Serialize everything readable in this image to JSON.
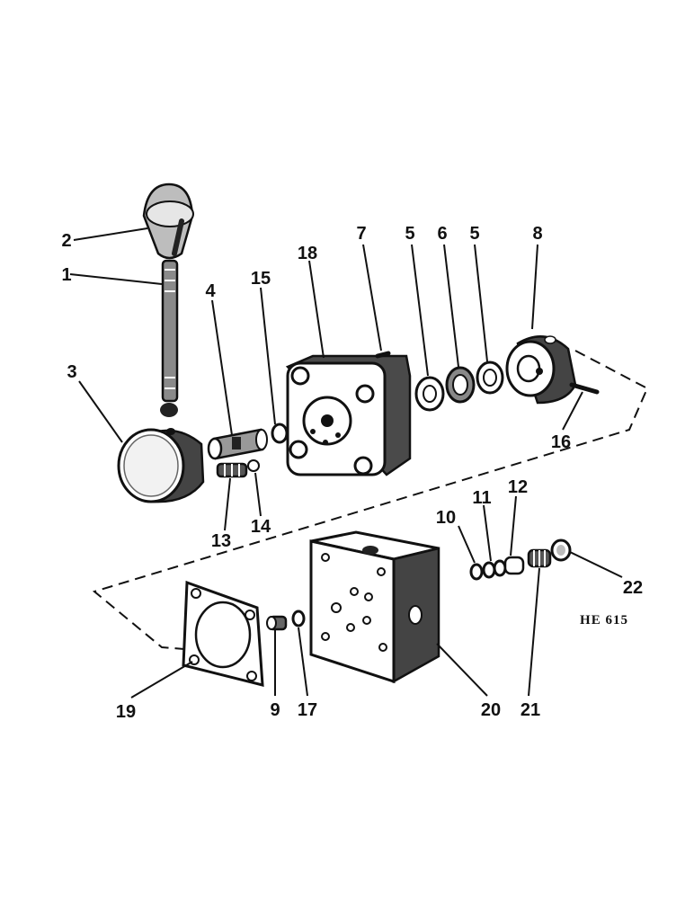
{
  "callouts": {
    "c1": "1",
    "c2": "2",
    "c3": "3",
    "c4": "4",
    "c5a": "5",
    "c5b": "5",
    "c6": "6",
    "c7": "7",
    "c8": "8",
    "c9": "9",
    "c10": "10",
    "c11": "11",
    "c12": "12",
    "c13": "13",
    "c14": "14",
    "c15": "15",
    "c16": "16",
    "c17": "17",
    "c18": "18",
    "c19": "19",
    "c20": "20",
    "c21": "21",
    "c22": "22"
  },
  "figure_code": "HE 615"
}
